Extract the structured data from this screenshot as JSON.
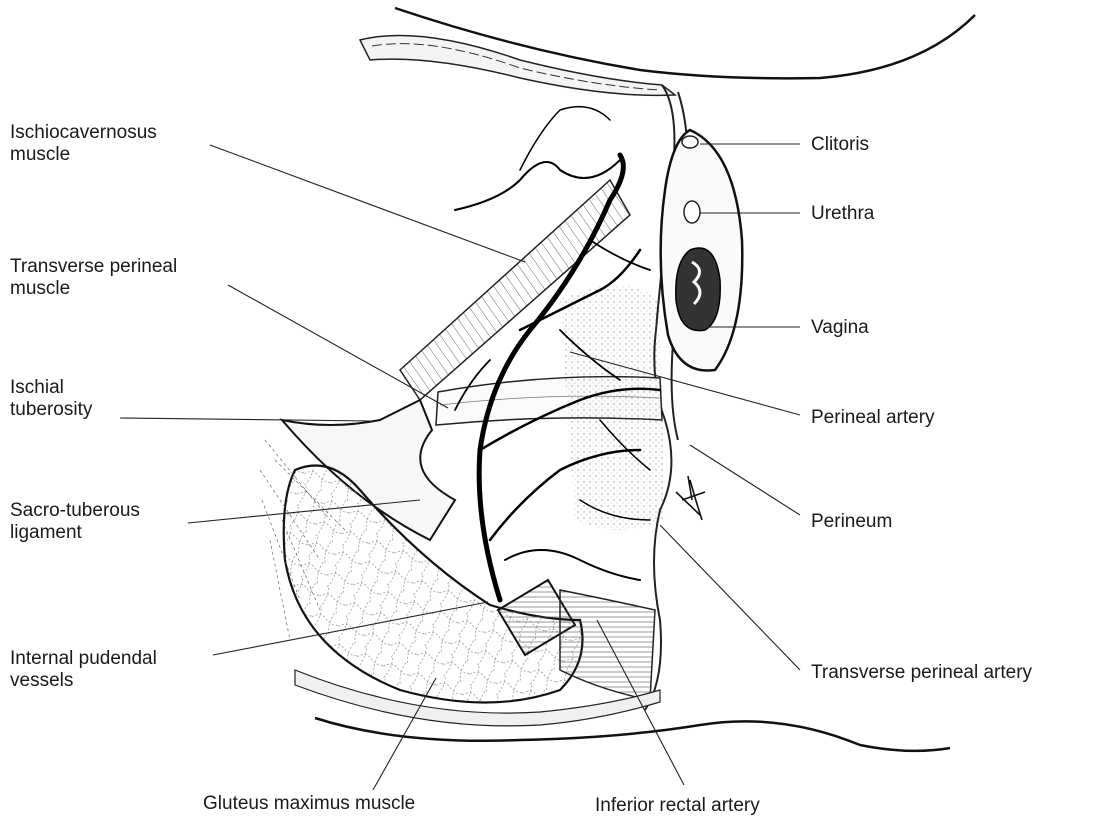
{
  "labels": {
    "ischiocavernosus": [
      "Ischiocavernosus",
      "muscle"
    ],
    "transverse_perineal_muscle": [
      "Transverse perineal",
      "muscle"
    ],
    "ischial_tuberosity": [
      "Ischial",
      "tuberosity"
    ],
    "sacro_tuberous": [
      "Sacro-tuberous",
      "ligament"
    ],
    "internal_pudendal": [
      "Internal pudendal",
      "vessels"
    ],
    "gluteus": "Gluteus maximus muscle",
    "inferior_rectal": "Inferior rectal artery",
    "clitoris": "Clitoris",
    "urethra": "Urethra",
    "vagina": "Vagina",
    "perineal_artery": "Perineal artery",
    "perineum": "Perineum",
    "transverse_perineal_artery": "Transverse perineal artery"
  }
}
